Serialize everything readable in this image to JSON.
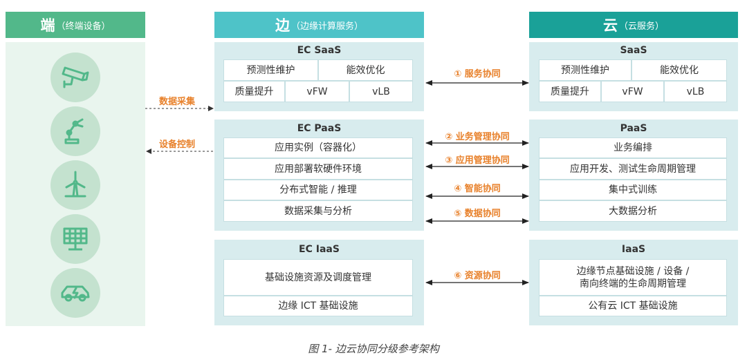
{
  "columns": {
    "device": {
      "big": "端",
      "small": "（终端设备）",
      "color": "#52b88a"
    },
    "edge": {
      "big": "边",
      "small": "（边缘计算服务）",
      "color": "#4ec3c8"
    },
    "cloud": {
      "big": "云",
      "small": "（云服务）",
      "color": "#1aa198"
    }
  },
  "device_icons": [
    "camera-icon",
    "robot-arm-icon",
    "wind-turbine-icon",
    "solar-panel-icon",
    "electric-car-icon"
  ],
  "device_links": {
    "collect": "数据采集",
    "control": "设备控制"
  },
  "edge": {
    "saas": {
      "title": "EC SaaS",
      "r1": [
        "预测性维护",
        "能效优化"
      ],
      "r2": [
        "质量提升",
        "vFW",
        "vLB"
      ]
    },
    "paas": {
      "title": "EC PaaS",
      "items": [
        "应用实例（容器化）",
        "应用部署软硬件环境",
        "分布式智能 / 推理",
        "数据采集与分析"
      ]
    },
    "iaas": {
      "title": "EC IaaS",
      "items": [
        "基础设施资源及调度管理",
        "边缘 ICT 基础设施"
      ]
    }
  },
  "cloud": {
    "saas": {
      "title": "SaaS",
      "r1": [
        "预测性维护",
        "能效优化"
      ],
      "r2": [
        "质量提升",
        "vFW",
        "vLB"
      ]
    },
    "paas": {
      "title": "PaaS",
      "items": [
        "业务编排",
        "应用开发、测试生命周期管理",
        "集中式训练",
        "大数据分析"
      ]
    },
    "iaas": {
      "title": "IaaS",
      "items": [
        "边缘节点基础设施 / 设备 /",
        "南向终端的生命周期管理",
        "公有云 ICT 基础设施"
      ]
    }
  },
  "collab": [
    "① 服务协同",
    "② 业务管理协同",
    "③ 应用管理协同",
    "④ 智能协同",
    "⑤ 数据协同",
    "⑥ 资源协同"
  ],
  "colors": {
    "panel": "#d8ecee",
    "accent": "#e8812b",
    "icon_bg": "#c4e2cf",
    "icon_fg": "#52b88a"
  },
  "caption": "图 1- 边云协同分级参考架构"
}
